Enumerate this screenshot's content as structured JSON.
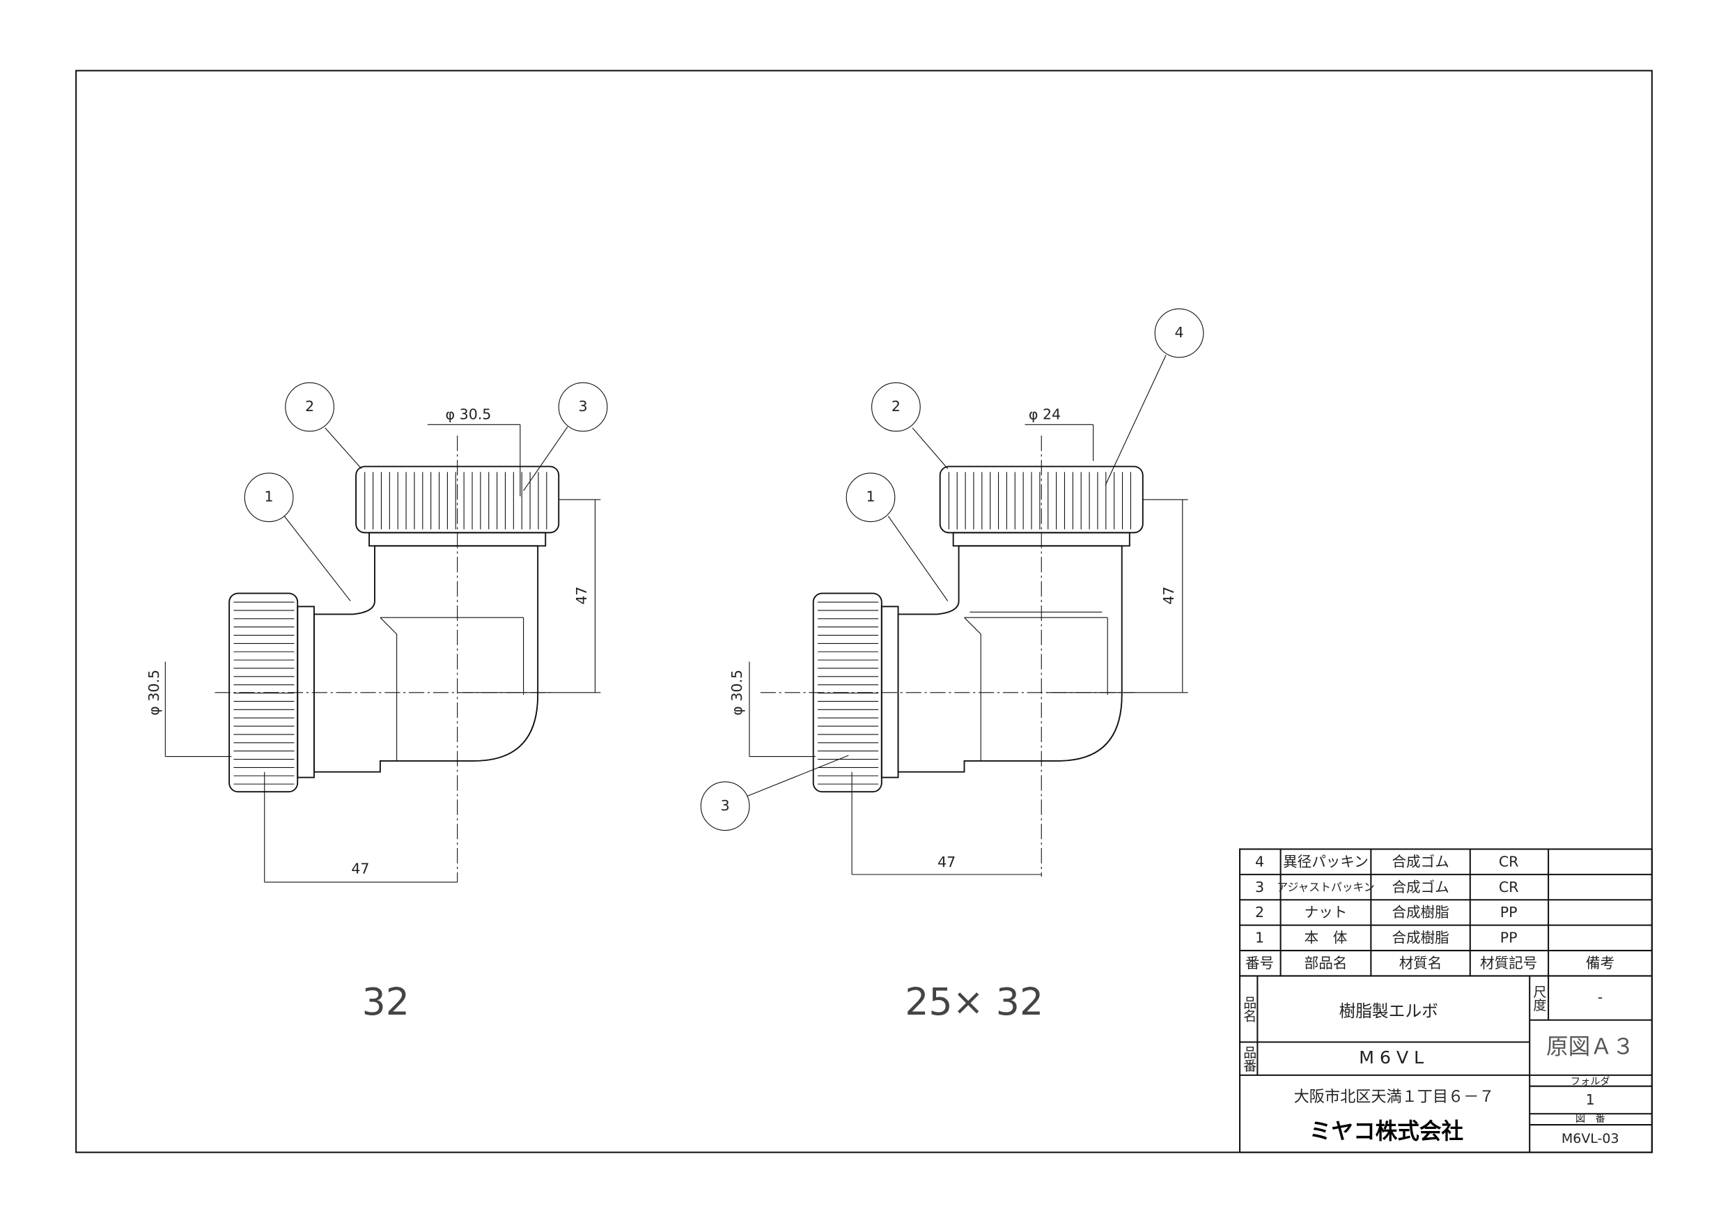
{
  "views": [
    {
      "label": "32",
      "dim_top": "φ 30.5",
      "dim_left": "φ 30.5",
      "dim_height": "47",
      "dim_width": "47",
      "balloons": [
        "1",
        "2",
        "3"
      ]
    },
    {
      "label": "25× 32",
      "dim_top": "φ 24",
      "dim_left": "φ 30.5",
      "dim_height": "47",
      "dim_width": "47",
      "balloons": [
        "1",
        "2",
        "4",
        "3"
      ]
    }
  ],
  "parts_list": {
    "headers": [
      "番号",
      "部品名",
      "材質名",
      "材質記号",
      "備考"
    ],
    "rows": [
      [
        "4",
        "異径パッキン",
        "合成ゴム",
        "CR",
        ""
      ],
      [
        "3",
        "アジャストパッキン",
        "合成ゴム",
        "CR",
        ""
      ],
      [
        "2",
        "ナット",
        "合成樹脂",
        "PP",
        ""
      ],
      [
        "1",
        "本　体",
        "合成樹脂",
        "PP",
        ""
      ]
    ]
  },
  "title_block": {
    "product_name_label": "品名",
    "product_name": "樹脂製エルボ",
    "part_no_label": "品番",
    "part_no": "M6VL",
    "scale_label": "尺度",
    "scale": "-",
    "original_size": "原図Ａ３",
    "folder_label": "フォルダ",
    "folder": "1",
    "drawing_no_label": "図　番",
    "drawing_no": "M6VL-03",
    "address": "大阪市北区天満１丁目６－７",
    "company": "ミヤコ株式会社"
  }
}
